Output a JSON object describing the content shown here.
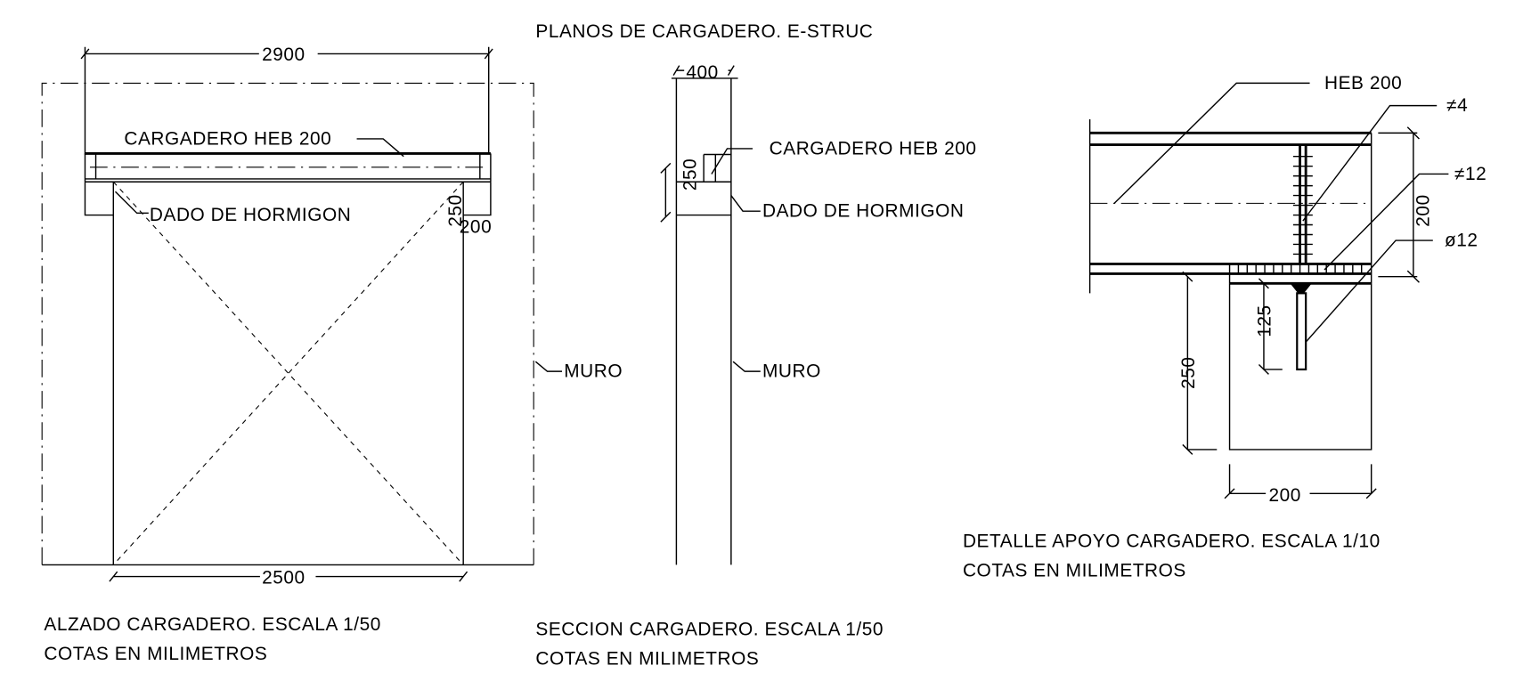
{
  "title": "PLANOS DE CARGADERO. E-STRUC",
  "elevation": {
    "dim_total_width": "2900",
    "dim_opening_width": "2500",
    "dim_dado_height": "250",
    "dim_dado_width": "200",
    "beam_label": "CARGADERO HEB 200",
    "dado_label": "DADO DE HORMIGON",
    "wall_label": "MURO",
    "caption_line1": "ALZADO CARGADERO. ESCALA 1/50",
    "caption_line2": "COTAS EN MILIMETROS"
  },
  "section": {
    "dim_wall_thickness": "400",
    "dim_dado_height": "250",
    "beam_label": "CARGADERO HEB 200",
    "dado_label": "DADO DE HORMIGON",
    "wall_label": "MURO",
    "caption_line1": "SECCION CARGADERO. ESCALA 1/50",
    "caption_line2": "COTAS EN MILIMETROS"
  },
  "detail": {
    "beam_label": "HEB 200",
    "stiffener_label": "≠4",
    "plate_label": "≠12",
    "bolt_label": "ø12",
    "dim_beam_height": "200",
    "dim_dado_height": "250",
    "dim_bolt_length": "125",
    "dim_dado_width": "200",
    "caption_line1": "DETALLE APOYO CARGADERO. ESCALA 1/10",
    "caption_line2": "COTAS EN MILIMETROS"
  }
}
